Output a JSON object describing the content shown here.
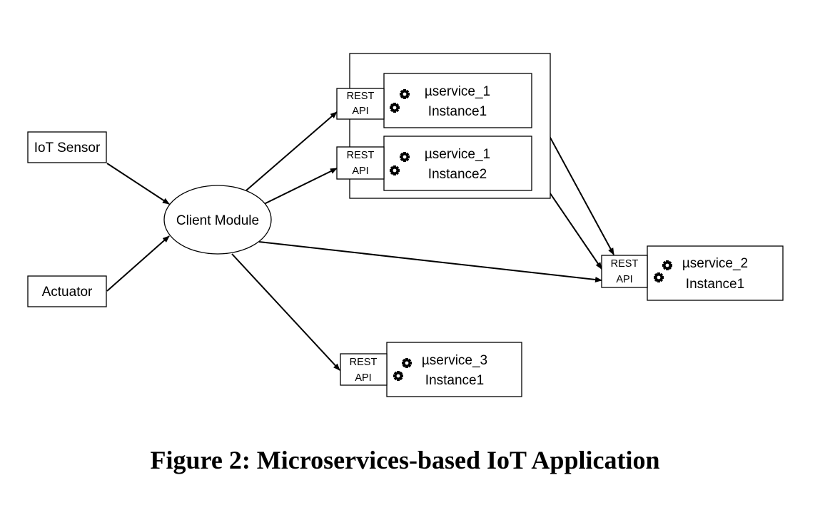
{
  "caption": "Figure 2: Microservices-based IoT Application",
  "nodes": {
    "iot_sensor": "IoT Sensor",
    "actuator": "Actuator",
    "client_module": "Client Module",
    "rest_line1": "REST",
    "rest_line2": "API",
    "ms1_i1": {
      "name": "µservice_1",
      "instance": "Instance1"
    },
    "ms1_i2": {
      "name": "µservice_1",
      "instance": "Instance2"
    },
    "ms2_i1": {
      "name": "µservice_2",
      "instance": "Instance1"
    },
    "ms3_i1": {
      "name": "µservice_3",
      "instance": "Instance1"
    }
  },
  "icons": {
    "service": "gears-icon"
  }
}
